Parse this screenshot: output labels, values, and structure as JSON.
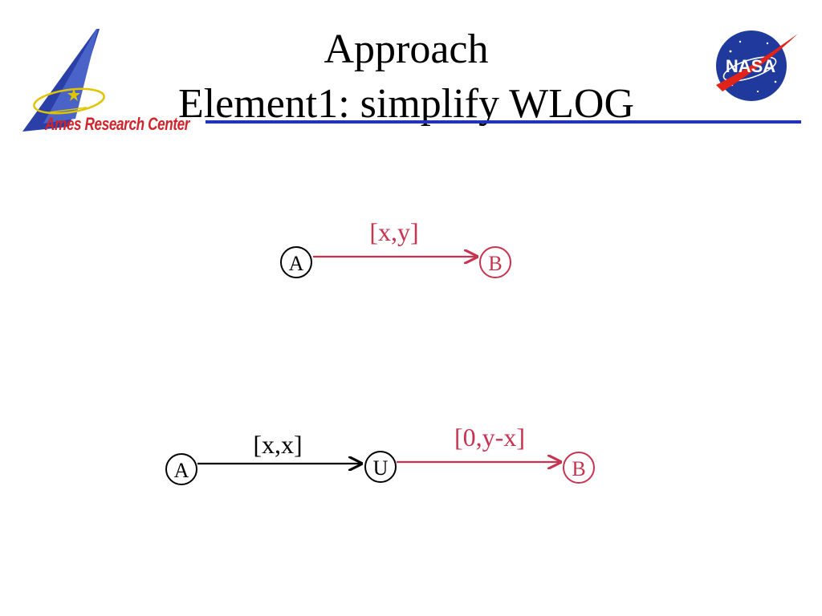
{
  "slide": {
    "title_line1": "Approach",
    "title_line2": "Element1: simplify WLOG",
    "rule_color": "#2233bb"
  },
  "logos": {
    "left": {
      "icon": "ames-research-center-logo",
      "text": "Ames Research Center",
      "text_color": "#d1242a"
    },
    "right": {
      "icon": "nasa-meatball-logo",
      "text": "NASA"
    }
  },
  "diagram_top": {
    "nodes": [
      {
        "id": "A",
        "label": "A",
        "color": "#000000"
      },
      {
        "id": "B",
        "label": "B",
        "color": "#c8334f"
      }
    ],
    "edges": [
      {
        "from": "A",
        "to": "B",
        "label": "[x,y]",
        "color": "#c8334f"
      }
    ]
  },
  "diagram_bottom": {
    "nodes": [
      {
        "id": "A",
        "label": "A",
        "color": "#000000"
      },
      {
        "id": "U",
        "label": "U",
        "color": "#000000"
      },
      {
        "id": "B",
        "label": "B",
        "color": "#c8334f"
      }
    ],
    "edges": [
      {
        "from": "A",
        "to": "U",
        "label": "[x,x]",
        "color": "#000000"
      },
      {
        "from": "U",
        "to": "B",
        "label": "[0,y-x]",
        "color": "#c8334f"
      }
    ]
  }
}
